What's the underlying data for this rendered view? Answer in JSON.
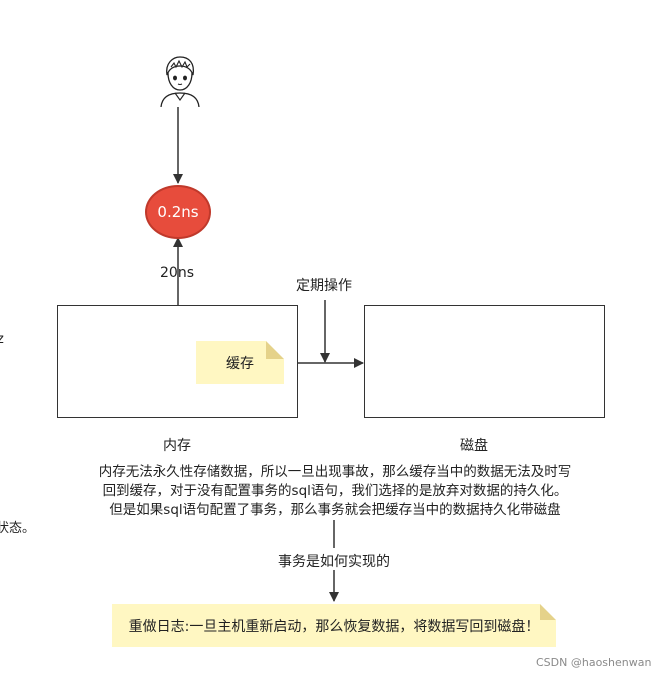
{
  "diagram": {
    "latency_bubble": "0.2ns",
    "latency_label": "20ns",
    "periodic_op_label": "定期操作",
    "cache_note": "缓存",
    "memory_label": "内存",
    "disk_label": "磁盘",
    "explanation": {
      "line1": "内存无法永久性存储数据，所以一旦出现事故，那么缓存当中的数据无法及时写",
      "line2": "回到缓存，对于没有配置事务的sql语句，我们选择的是放弃对数据的持久化。",
      "line3": "但是如果sql语句配置了事务，那么事务就会把缓存当中的数据持久化带磁盘"
    },
    "how_transaction_label": "事务是如何实现的",
    "redo_log_note": "重做日志:一旦主机重新启动，那么恢复数据，将数据写回到磁盘！"
  },
  "edge_fragments": {
    "left_mark": "z",
    "left_status": "状态。"
  },
  "watermark": "CSDN @haoshenwan",
  "colors": {
    "bubble": "#e74c3c",
    "note_fill": "#fff7c2",
    "stroke": "#333333"
  }
}
